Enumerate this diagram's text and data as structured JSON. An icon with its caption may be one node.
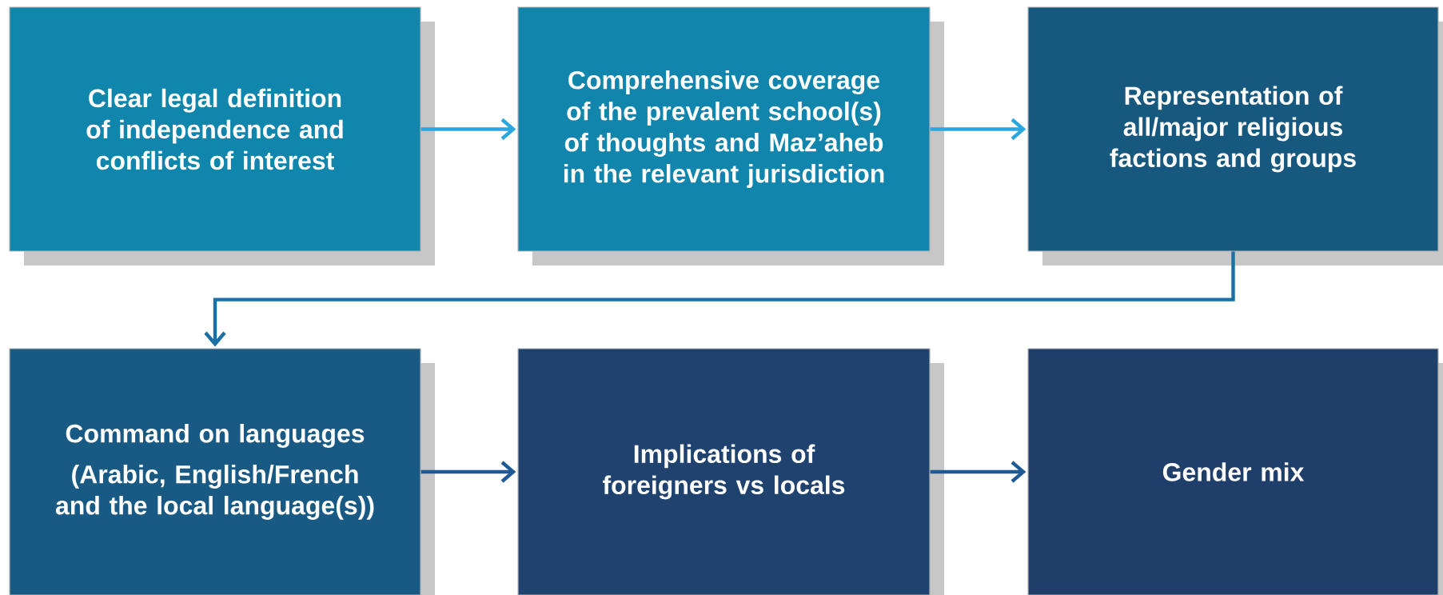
{
  "diagram": {
    "nodes": [
      {
        "text": [
          "Clear legal definition of independence and conflicts of interest"
        ]
      },
      {
        "text": [
          "Comprehensive coverage of the prevalent school(s) of thoughts and Maz’aheb in the relevant jurisdiction"
        ]
      },
      {
        "text": [
          "Representation of all/major religious factions and groups"
        ]
      },
      {
        "text": [
          "Command on languages",
          "(Arabic, English/French and the local language(s))"
        ]
      },
      {
        "text": [
          "Implications of foreigners vs locals"
        ]
      },
      {
        "text": [
          "Gender mix"
        ]
      }
    ],
    "edges": [
      {
        "from": 0,
        "to": 1,
        "arrow": "to",
        "color": "#2ba6de"
      },
      {
        "from": 1,
        "to": 2,
        "arrow": "to",
        "color": "#2ba6de"
      },
      {
        "from": 2,
        "to": 3,
        "arrow": "to",
        "color": "#1b6fa4"
      },
      {
        "from": 3,
        "to": 4,
        "arrow": "to",
        "color": "#1f5a96"
      },
      {
        "from": 4,
        "to": 5,
        "arrow": "to",
        "color": "#1f5a96"
      }
    ]
  }
}
